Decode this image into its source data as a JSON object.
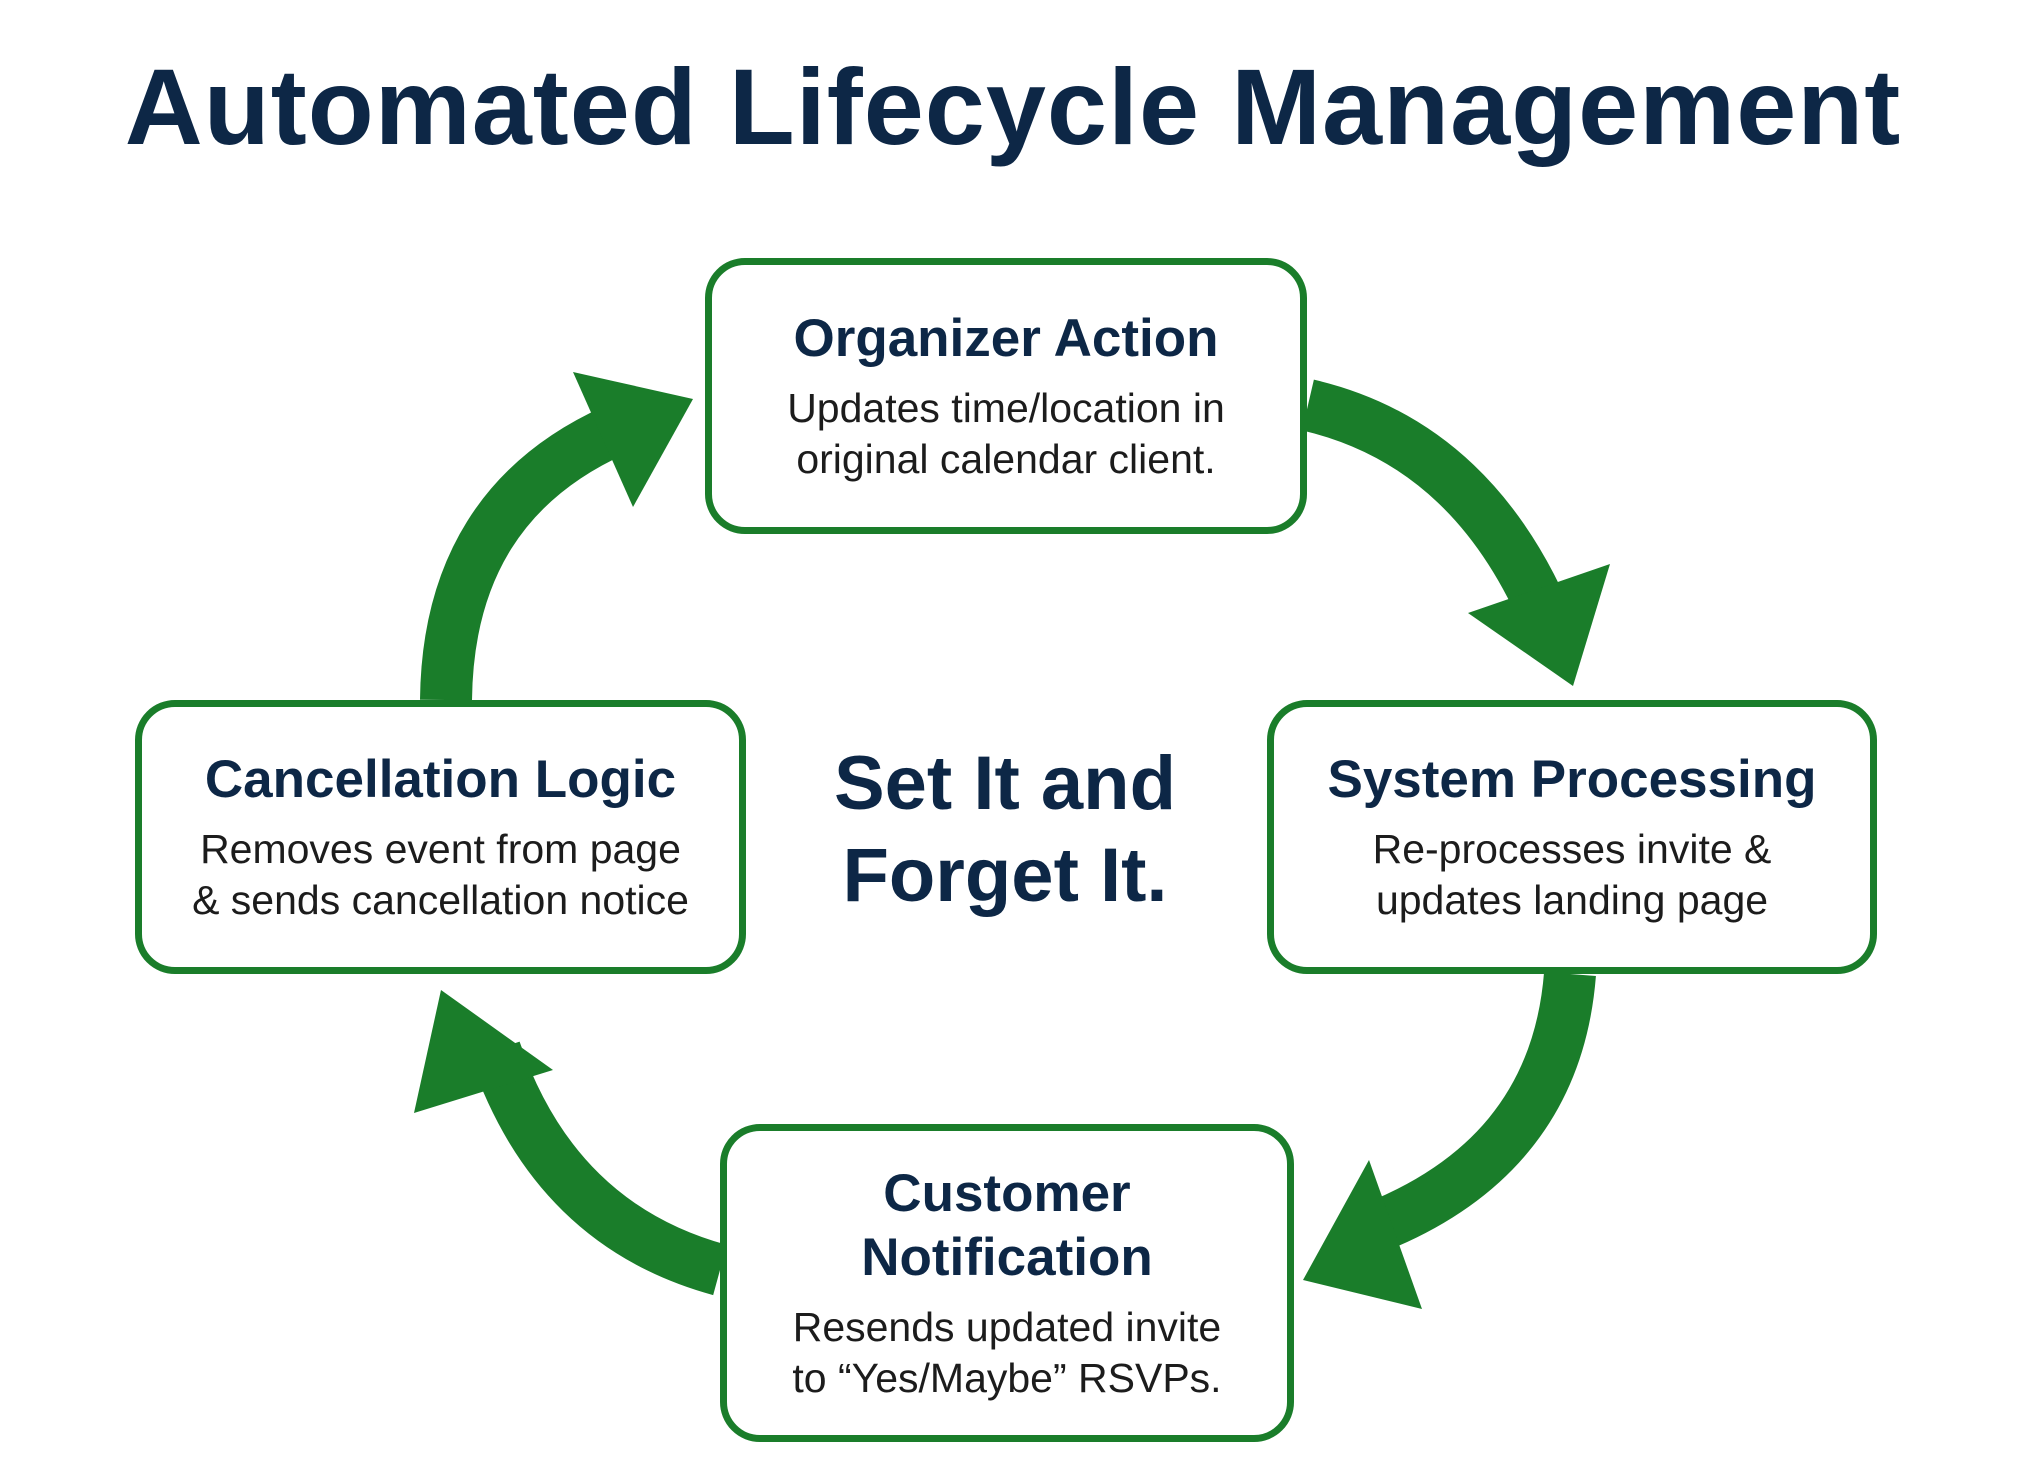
{
  "title": "Automated Lifecycle Management",
  "center": {
    "line1": "Set It and",
    "line2": "Forget It."
  },
  "colors": {
    "arrow": "#1a7d2a",
    "box_border": "#1a7d2a",
    "heading": "#0d2746",
    "body_text": "#1c1c1c",
    "background": "#ffffff"
  },
  "nodes": [
    {
      "id": "organizer-action",
      "title": "Organizer Action",
      "desc_line1": "Updates time/location in",
      "desc_line2": "original calendar client."
    },
    {
      "id": "system-processing",
      "title": "System Processing",
      "desc_line1": "Re-processes invite &",
      "desc_line2": "updates landing page"
    },
    {
      "id": "customer-notification",
      "title_line1": "Customer",
      "title_line2": "Notification",
      "desc_line1": "Resends updated invite",
      "desc_line2": "to “Yes/Maybe” RSVPs."
    },
    {
      "id": "cancellation-logic",
      "title": "Cancellation Logic",
      "desc_line1": "Removes event from page",
      "desc_line2": "& sends cancellation notice"
    }
  ],
  "flow": [
    {
      "from": "organizer-action",
      "to": "system-processing"
    },
    {
      "from": "system-processing",
      "to": "customer-notification"
    },
    {
      "from": "customer-notification",
      "to": "cancellation-logic"
    },
    {
      "from": "cancellation-logic",
      "to": "organizer-action"
    }
  ]
}
